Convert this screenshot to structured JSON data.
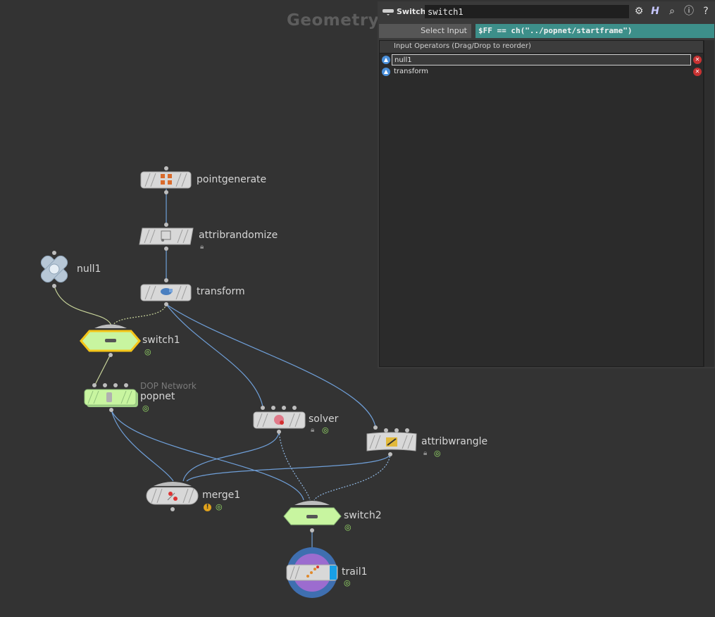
{
  "network": {
    "context_label": "Geometry",
    "nodes": {
      "pointgenerate": {
        "name": "pointgenerate"
      },
      "attribrandomize": {
        "name": "attribrandomize"
      },
      "transform": {
        "name": "transform"
      },
      "null1": {
        "name": "null1"
      },
      "switch1": {
        "name": "switch1"
      },
      "popnet": {
        "name": "popnet",
        "subtitle": "DOP Network"
      },
      "solver": {
        "name": "solver"
      },
      "attribwrangle": {
        "name": "attribwrangle"
      },
      "merge1": {
        "name": "merge1"
      },
      "switch2": {
        "name": "switch2"
      },
      "trail1": {
        "name": "trail1"
      }
    }
  },
  "parm_pane": {
    "operator_type": "Switch",
    "node_name": "switch1",
    "select_input_label": "Select Input",
    "select_input_expr": "$FF == ch(\"../popnet/startframe\")",
    "input_operators_header": "Input Operators (Drag/Drop to reorder)",
    "input_operators": [
      {
        "name": "null1"
      },
      {
        "name": "transform"
      }
    ],
    "header_icons": [
      "gear-icon",
      "houdini-help-icon",
      "search-icon",
      "info-icon",
      "help-icon"
    ]
  },
  "colors": {
    "background": "#333333",
    "wire": "#6f9fd8",
    "selected_outline": "#f5c518",
    "display_flag_green": "#c8f5a0",
    "expression_bg": "#3d8f8a"
  }
}
